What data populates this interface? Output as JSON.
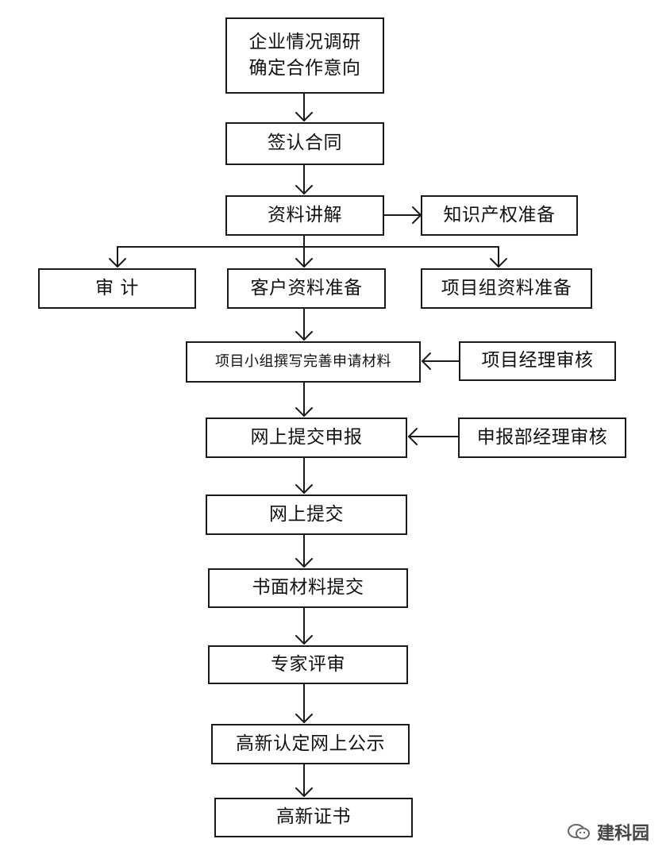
{
  "nodes": {
    "n1": "企业情况调研\n确定合作意向",
    "n2": "签认合同",
    "n3": "资料讲解",
    "n4": "知识产权准备",
    "n5": "审  计",
    "n6": "客户资料准备",
    "n7": "项目组资料准备",
    "n8": "项目小组撰写完善申请材料",
    "n9": "项目经理审核",
    "n10": "网上提交申报",
    "n11": "申报部经理审核",
    "n12": "网上提交",
    "n13": "书面材料提交",
    "n14": "专家评审",
    "n15": "高新认定网上公示",
    "n16": "高新证书"
  },
  "watermark": {
    "text": "建科园",
    "icon": "wechat-official-account-icon"
  },
  "colors": {
    "line": "#1a1a1a",
    "background": "#ffffff"
  }
}
